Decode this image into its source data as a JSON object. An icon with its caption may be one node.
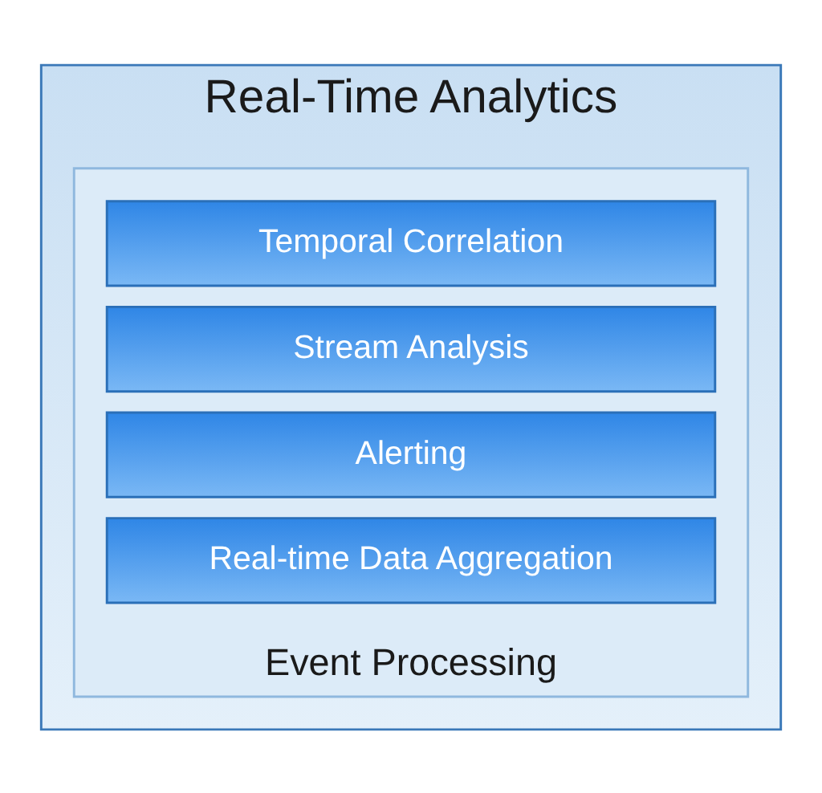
{
  "diagram": {
    "nodes": [
      {
        "text": [
          "Real-Time Analytics"
        ]
      },
      {
        "text": [
          "Event Processing"
        ],
        "in": 0
      },
      {
        "text": [
          "Temporal Correlation"
        ],
        "in": 1
      },
      {
        "text": [
          "Stream Analysis"
        ],
        "in": 1
      },
      {
        "text": [
          "Alerting"
        ],
        "in": 1
      },
      {
        "text": [
          "Real-time Data Aggregation"
        ],
        "in": 1
      }
    ]
  }
}
